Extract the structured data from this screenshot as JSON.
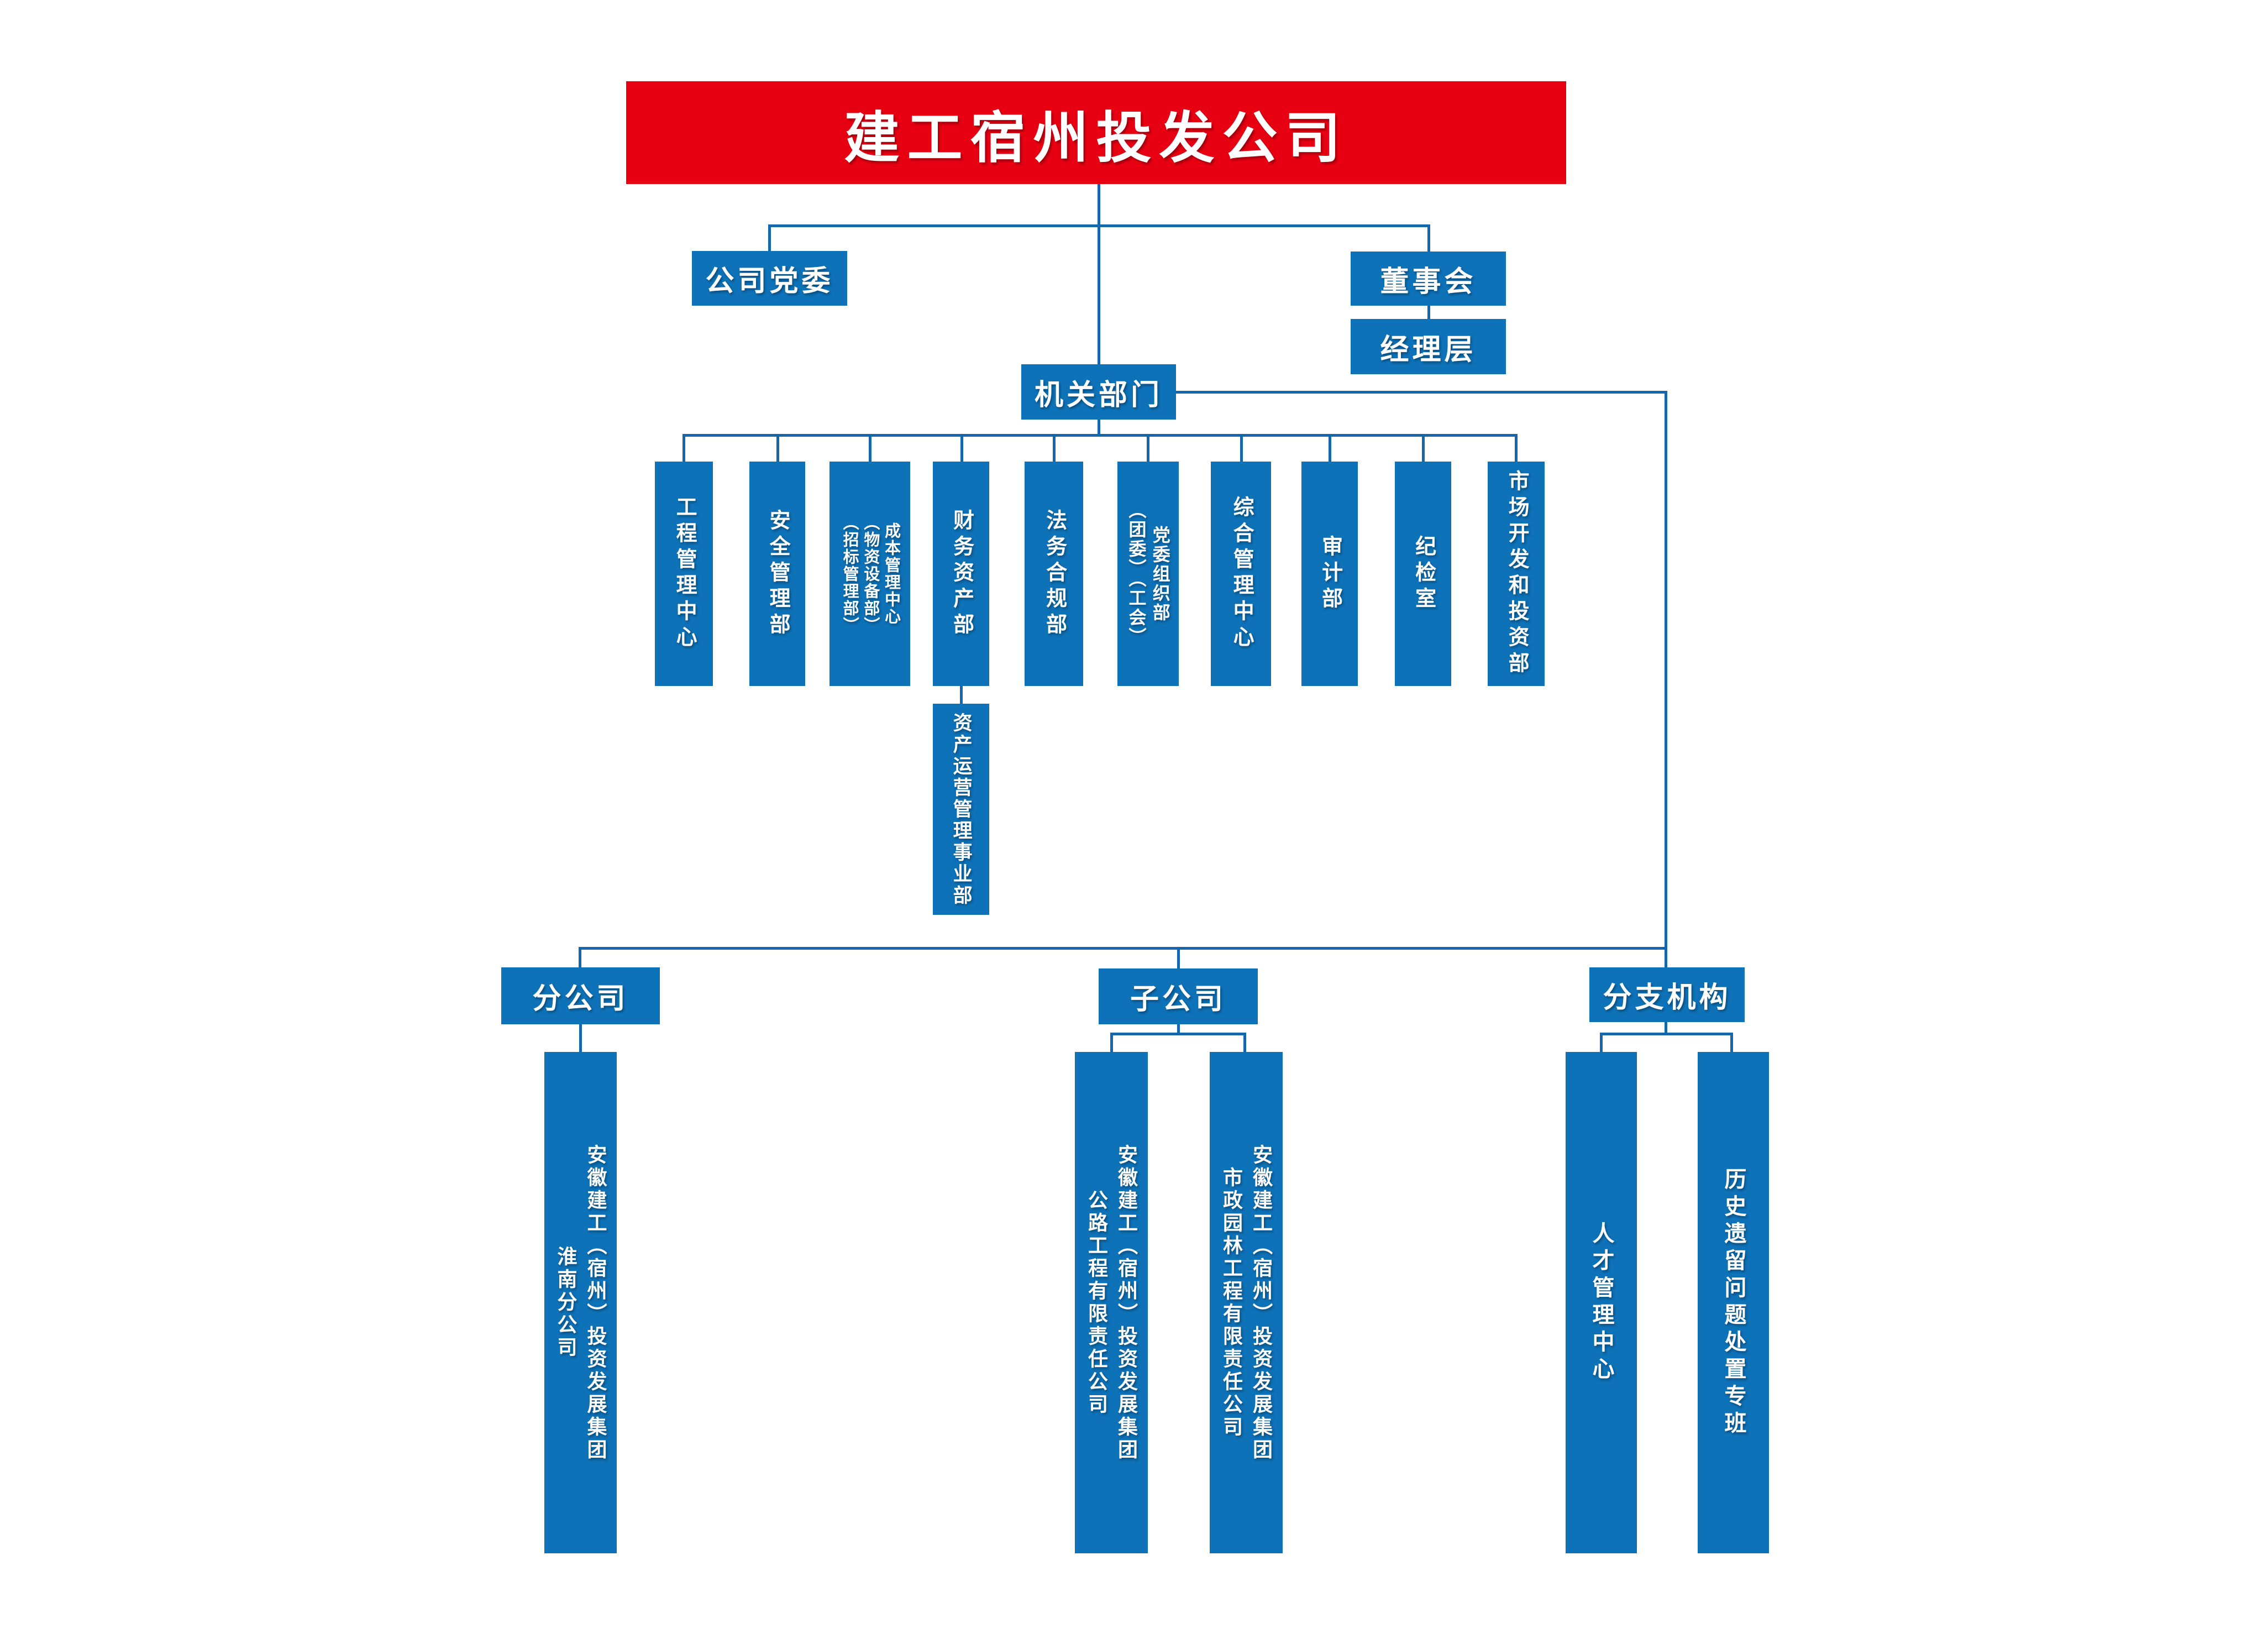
{
  "colors": {
    "red": "#e60012",
    "blue": "#0e72b8",
    "line": "#1466ad"
  },
  "header": {
    "title": "建工宿州投发公司"
  },
  "top_nodes": {
    "party_committee": "公司党委",
    "board": "董事会",
    "management": "经理层",
    "organ_departments": "机关部门"
  },
  "departments": [
    {
      "label": "工程管理中心"
    },
    {
      "label": "安全管理部"
    },
    {
      "label": "成本管理中心\n（物资设备部）\n（招标管理部）"
    },
    {
      "label": "财务资产部"
    },
    {
      "label": "法务合规部"
    },
    {
      "label": "党委组织部\n（团委）（工会）"
    },
    {
      "label": "综合管理中心"
    },
    {
      "label": "审计部"
    },
    {
      "label": "纪检室"
    },
    {
      "label": "市场开发和投资部"
    }
  ],
  "asset_operation_dept": {
    "label": "资产运营管理事业部"
  },
  "branch_company": {
    "label": "分公司",
    "children": [
      {
        "label": "安徽建工（宿州）投资发展集团\n淮南分公司"
      }
    ]
  },
  "subsidiaries": {
    "label": "子公司",
    "children": [
      {
        "label": "安徽建工（宿州）投资发展集团\n公路工程有限责任公司"
      },
      {
        "label": "安徽建工（宿州）投资发展集团\n市政园林工程有限责任公司"
      }
    ]
  },
  "branch_institutions": {
    "label": "分支机构",
    "children": [
      {
        "label": "人才管理中心"
      },
      {
        "label": "历史遗留问题处置专班"
      }
    ]
  }
}
